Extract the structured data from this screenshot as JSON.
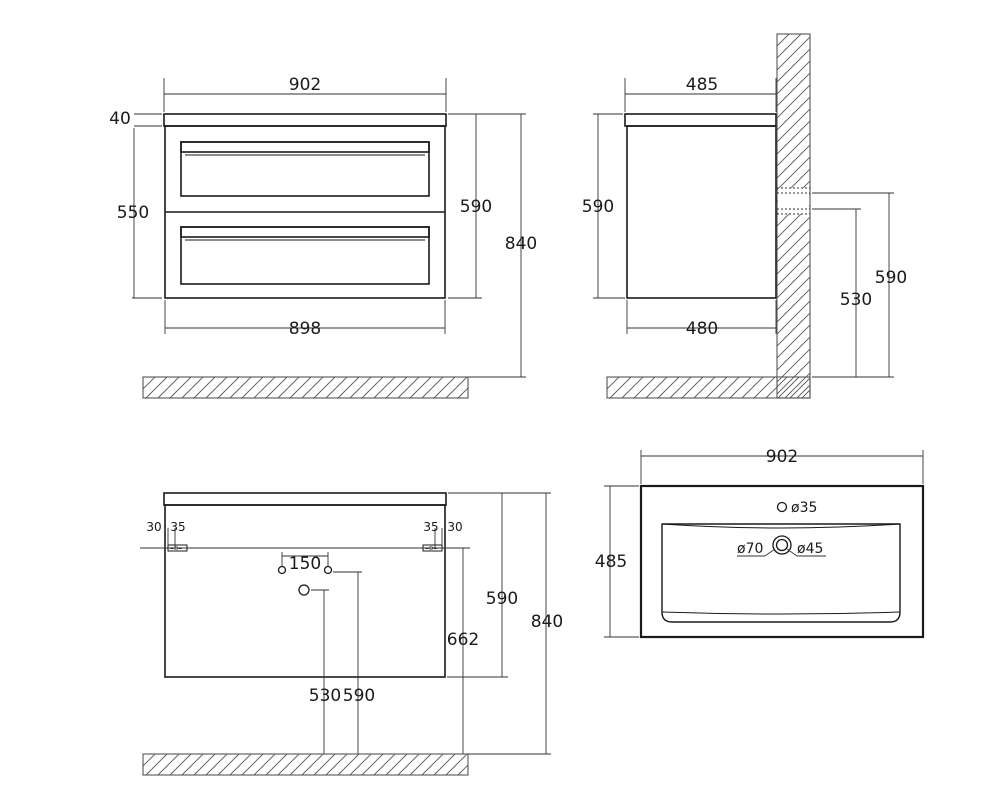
{
  "front_view": {
    "width_top": "902",
    "width_bottom": "898",
    "top_thickness": "40",
    "body_height": "550",
    "unit_height": "590",
    "total_height": "840"
  },
  "side_view": {
    "depth_top": "485",
    "depth_bottom": "480",
    "unit_height": "590",
    "pipe_height_upper": "590",
    "pipe_height_lower": "530"
  },
  "back_view": {
    "left_offsets": [
      "30",
      "35"
    ],
    "right_offsets": [
      "35",
      "30"
    ],
    "spacing": "150",
    "drain_height": "530",
    "supply_height": "590",
    "bracket_height": "662",
    "unit_height": "590",
    "total_height": "840"
  },
  "top_view": {
    "width": "902",
    "depth": "485",
    "tap_hole": "ø35",
    "drain_hole_outer": "ø70",
    "drain_hole_inner": "ø45"
  }
}
